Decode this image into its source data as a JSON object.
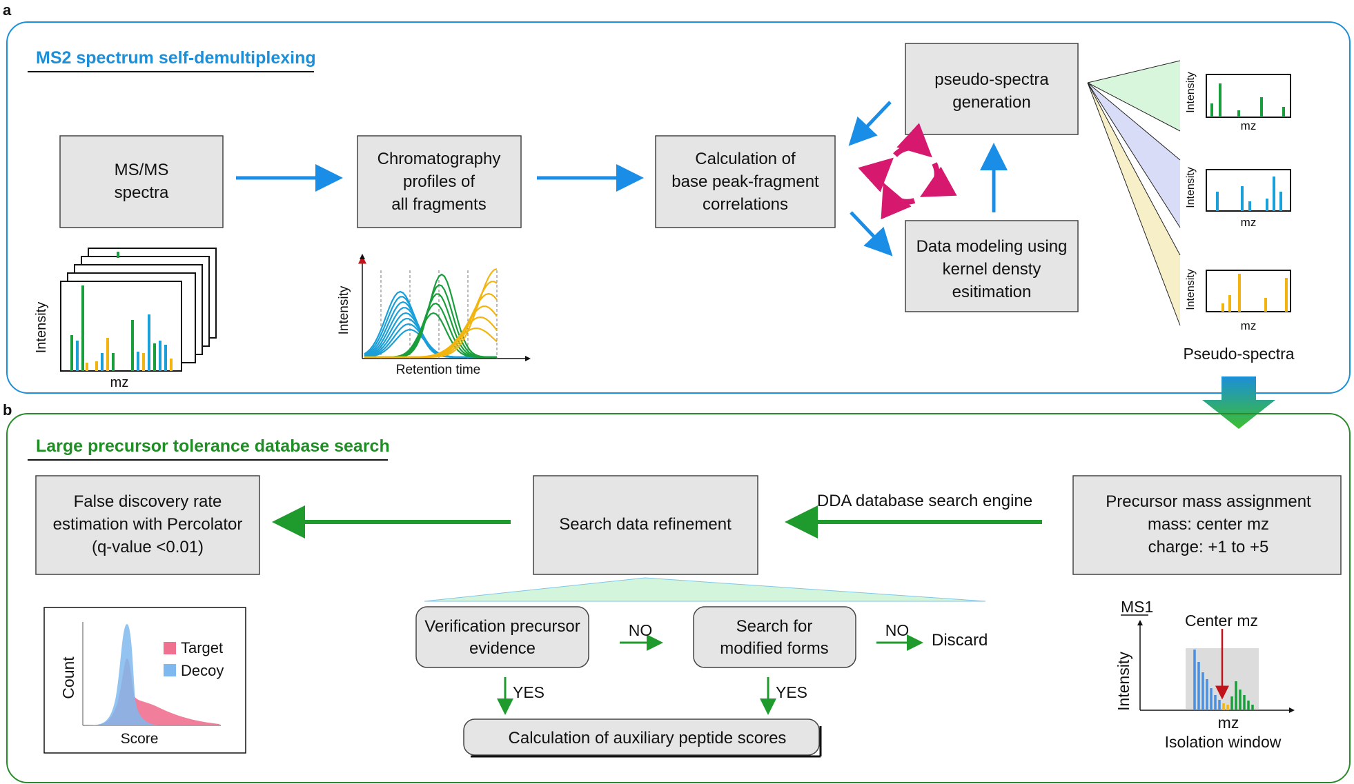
{
  "panel_a": {
    "letter": "a",
    "title": "MS2 spectrum self-demultiplexing",
    "boxes": {
      "msms": [
        "MS/MS",
        "spectra"
      ],
      "chrom": [
        "Chromatography",
        "profiles of",
        "all fragments"
      ],
      "calc": [
        "Calculation of",
        "base peak-fragment",
        "correlations"
      ],
      "pseudo": [
        "pseudo-spectra",
        "generation"
      ],
      "kde": [
        "Data modeling using",
        "kernel densty",
        "esitimation"
      ]
    },
    "msms_plot": {
      "ylabel": "Intensity",
      "xlabel": "mz"
    },
    "chrom_plot": {
      "ylabel": "Intensity",
      "xlabel": "Retention time"
    },
    "pseudo_plots": [
      {
        "ylabel": "Intensity",
        "xlabel": "mz",
        "color": "#1a9e3c"
      },
      {
        "ylabel": "Intensity",
        "xlabel": "mz",
        "color": "#1a9fd8"
      },
      {
        "ylabel": "Intensity",
        "xlabel": "mz",
        "color": "#f2b40e"
      }
    ],
    "pseudo_caption": "Pseudo-spectra",
    "colors": {
      "frame": "#1c8fd8",
      "arrow": "#1a8ee6",
      "cycle": "#d6186e"
    }
  },
  "panel_b": {
    "letter": "b",
    "title": "Large precursor tolerance database search",
    "boxes": {
      "fdr": [
        "False discovery rate",
        "estimation with Percolator",
        "(q-value <0.01)"
      ],
      "refine": [
        "Search data refinement"
      ],
      "precursor": [
        "Precursor mass assignment",
        "mass: center mz",
        "charge: +1 to +5"
      ],
      "verify": [
        "Verification precursor",
        "evidence"
      ],
      "modified": [
        "Search for",
        "modified forms"
      ],
      "aux": [
        "Calculation of auxiliary peptide scores"
      ]
    },
    "labels": {
      "engine": "DDA database search engine",
      "no1": "NO",
      "no2": "NO",
      "discard": "Discard",
      "yes1": "YES",
      "yes2": "YES"
    },
    "score_plot": {
      "ylabel": "Count",
      "xlabel": "Score",
      "legend": [
        "Target",
        "Decoy"
      ],
      "colors": [
        "#f0708f",
        "#7fb8ef"
      ]
    },
    "ms1_plot": {
      "title": "MS1",
      "center": "Center mz",
      "ylabel": "Intensity",
      "xlabel": "mz",
      "caption": "Isolation window"
    },
    "colors": {
      "frame": "#2a8a2a",
      "arrow": "#1f9a2c"
    }
  }
}
